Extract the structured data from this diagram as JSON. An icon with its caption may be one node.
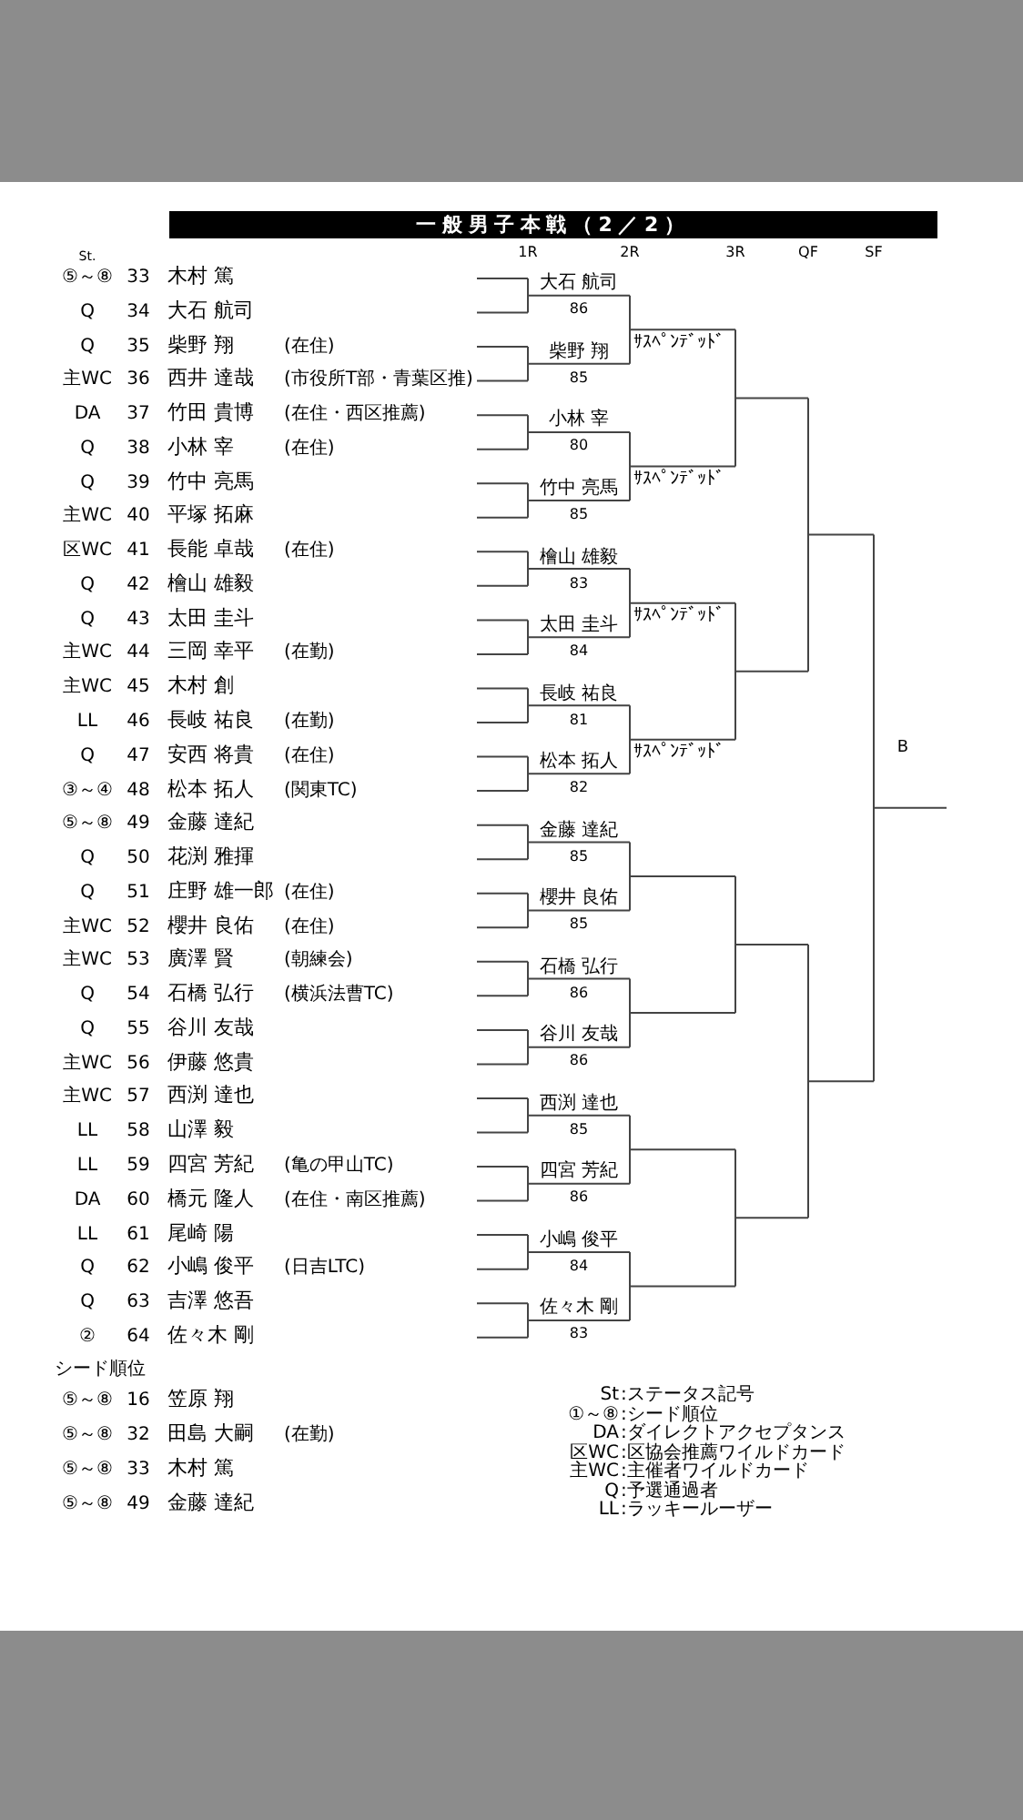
{
  "diagram": {
    "title": "一般男子本戦（2／2）",
    "labels": [
      "St.",
      "1R",
      "2R",
      "3R",
      "QF",
      "SF",
      "⑤～⑧",
      "33",
      "木村 篤",
      "Q",
      "34",
      "大石 航司",
      "Q",
      "35",
      "柴野 翔",
      "(在住)",
      "主WC",
      "36",
      "西井 達哉",
      "(市役所T部・青葉区推)",
      "DA",
      "37",
      "竹田 貴博",
      "(在住・西区推薦)",
      "Q",
      "38",
      "小林 宰",
      "(在住)",
      "Q",
      "39",
      "竹中 亮馬",
      "主WC",
      "40",
      "平塚 拓麻",
      "区WC",
      "41",
      "長能 卓哉",
      "(在住)",
      "Q",
      "42",
      "檜山 雄毅",
      "Q",
      "43",
      "太田 圭斗",
      "主WC",
      "44",
      "三岡 幸平",
      "(在勤)",
      "主WC",
      "45",
      "木村 創",
      "LL",
      "46",
      "長岐 祐良",
      "(在勤)",
      "Q",
      "47",
      "安西 将貴",
      "(在住)",
      "③～④",
      "48",
      "松本 拓人",
      "(関東TC)",
      "⑤～⑧",
      "49",
      "金藤 達紀",
      "Q",
      "50",
      "花渕 雅揮",
      "Q",
      "51",
      "庄野 雄一郎",
      "(在住)",
      "主WC",
      "52",
      "櫻井 良佑",
      "(在住)",
      "主WC",
      "53",
      "廣澤 賢",
      "(朝練会)",
      "Q",
      "54",
      "石橋 弘行",
      "(横浜法曹TC)",
      "Q",
      "55",
      "谷川 友哉",
      "主WC",
      "56",
      "伊藤 悠貴",
      "主WC",
      "57",
      "西渕 達也",
      "LL",
      "58",
      "山澤 毅",
      "LL",
      "59",
      "四宮 芳紀",
      "(亀の甲山TC)",
      "DA",
      "60",
      "橋元 隆人",
      "(在住・南区推薦)",
      "LL",
      "61",
      "尾崎 陽",
      "Q",
      "62",
      "小嶋 俊平",
      "(日吉LTC)",
      "Q",
      "63",
      "吉澤 悠吾",
      "②",
      "64",
      "佐々木 剛",
      "大石 航司",
      "86",
      "柴野 翔",
      "85",
      "小林 宰",
      "80",
      "竹中 亮馬",
      "85",
      "檜山 雄毅",
      "83",
      "太田 圭斗",
      "84",
      "長岐 祐良",
      "81",
      "松本 拓人",
      "82",
      "金藤 達紀",
      "85",
      "櫻井 良佑",
      "85",
      "石橋 弘行",
      "86",
      "谷川 友哉",
      "86",
      "西渕 達也",
      "85",
      "四宮 芳紀",
      "86",
      "小嶋 俊平",
      "84",
      "佐々木 剛",
      "83",
      "ｻｽﾍﾟﾝﾃﾞｯﾄﾞ",
      "ｻｽﾍﾟﾝﾃﾞｯﾄﾞ",
      "ｻｽﾍﾟﾝﾃﾞｯﾄﾞ",
      "ｻｽﾍﾟﾝﾃﾞｯﾄﾞ",
      "B",
      "シード順位",
      "⑤～⑧",
      "16",
      "笠原 翔",
      "⑤～⑧",
      "32",
      "田島 大嗣",
      "(在勤)",
      "⑤～⑧",
      "33",
      "木村 篤",
      "⑤～⑧",
      "49",
      "金藤 達紀",
      "St",
      ":ステータス記号",
      "①～⑧",
      ":シード順位",
      "DA",
      ":ダイレクトアクセプタンス",
      "区WC",
      ":区協会推薦ワイルドカード",
      "主WC",
      ":主催者ワイルドカード",
      "Q",
      ":予選通過者",
      "LL",
      ":ラッキールーザー"
    ]
  }
}
